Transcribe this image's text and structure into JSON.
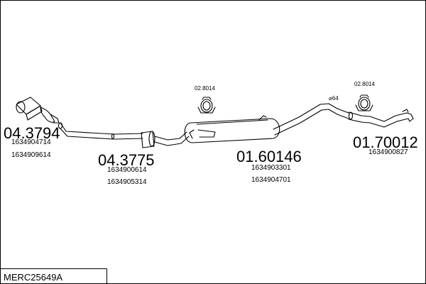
{
  "reference": "MERC25649A",
  "parts": [
    {
      "number": "04.3794",
      "oem": [
        "1634904714",
        "1634909614"
      ]
    },
    {
      "number": "04.3775",
      "oem": [
        "1634900614",
        "1634905314"
      ]
    },
    {
      "number": "01.60146",
      "oem": [
        "1634903301",
        "1634904701"
      ]
    },
    {
      "number": "01.70012",
      "oem": [
        "1634900827"
      ]
    }
  ],
  "clamps": [
    "02.8014",
    "02.8014"
  ],
  "diameter_mark": "⌀64",
  "colors": {
    "line": "#000000",
    "background": "#ffffff"
  }
}
